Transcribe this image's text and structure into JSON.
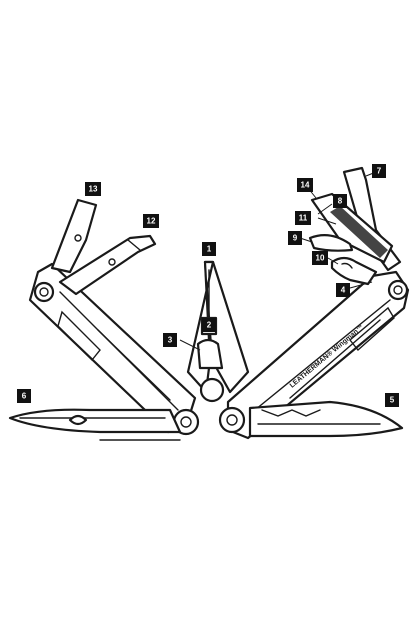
{
  "diagram": {
    "brand_text": "LEATHERMAN® Wingman™",
    "callouts": [
      {
        "id": "c1",
        "label": "1"
      },
      {
        "id": "c2",
        "label": "2"
      },
      {
        "id": "c3",
        "label": "3"
      },
      {
        "id": "c4",
        "label": "4"
      },
      {
        "id": "c5",
        "label": "5"
      },
      {
        "id": "c6",
        "label": "6"
      },
      {
        "id": "c7",
        "label": "7"
      },
      {
        "id": "c8",
        "label": "8"
      },
      {
        "id": "c9",
        "label": "9"
      },
      {
        "id": "c10",
        "label": "10"
      },
      {
        "id": "c11",
        "label": "11"
      },
      {
        "id": "c12",
        "label": "12"
      },
      {
        "id": "c13",
        "label": "13"
      },
      {
        "id": "c14",
        "label": "14"
      }
    ]
  }
}
